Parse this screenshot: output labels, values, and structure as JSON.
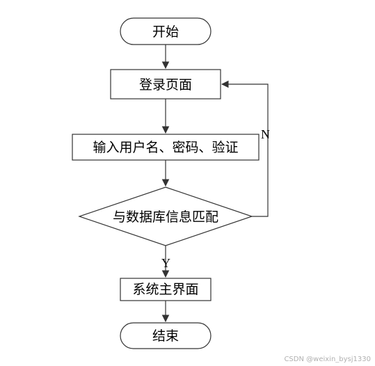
{
  "nodes": {
    "start": "开始",
    "login": "登录页面",
    "input": "输入用户名、密码、验证",
    "decision": "与数据库信息匹配",
    "main": "系统主界面",
    "end": "结束"
  },
  "edges": {
    "yes_label": "Y",
    "no_label": "N"
  },
  "watermark": "CSDN @weixin_bysj1330",
  "colors": {
    "stroke": "#333333",
    "text": "#000000",
    "watermark": "#b0b0b0"
  }
}
